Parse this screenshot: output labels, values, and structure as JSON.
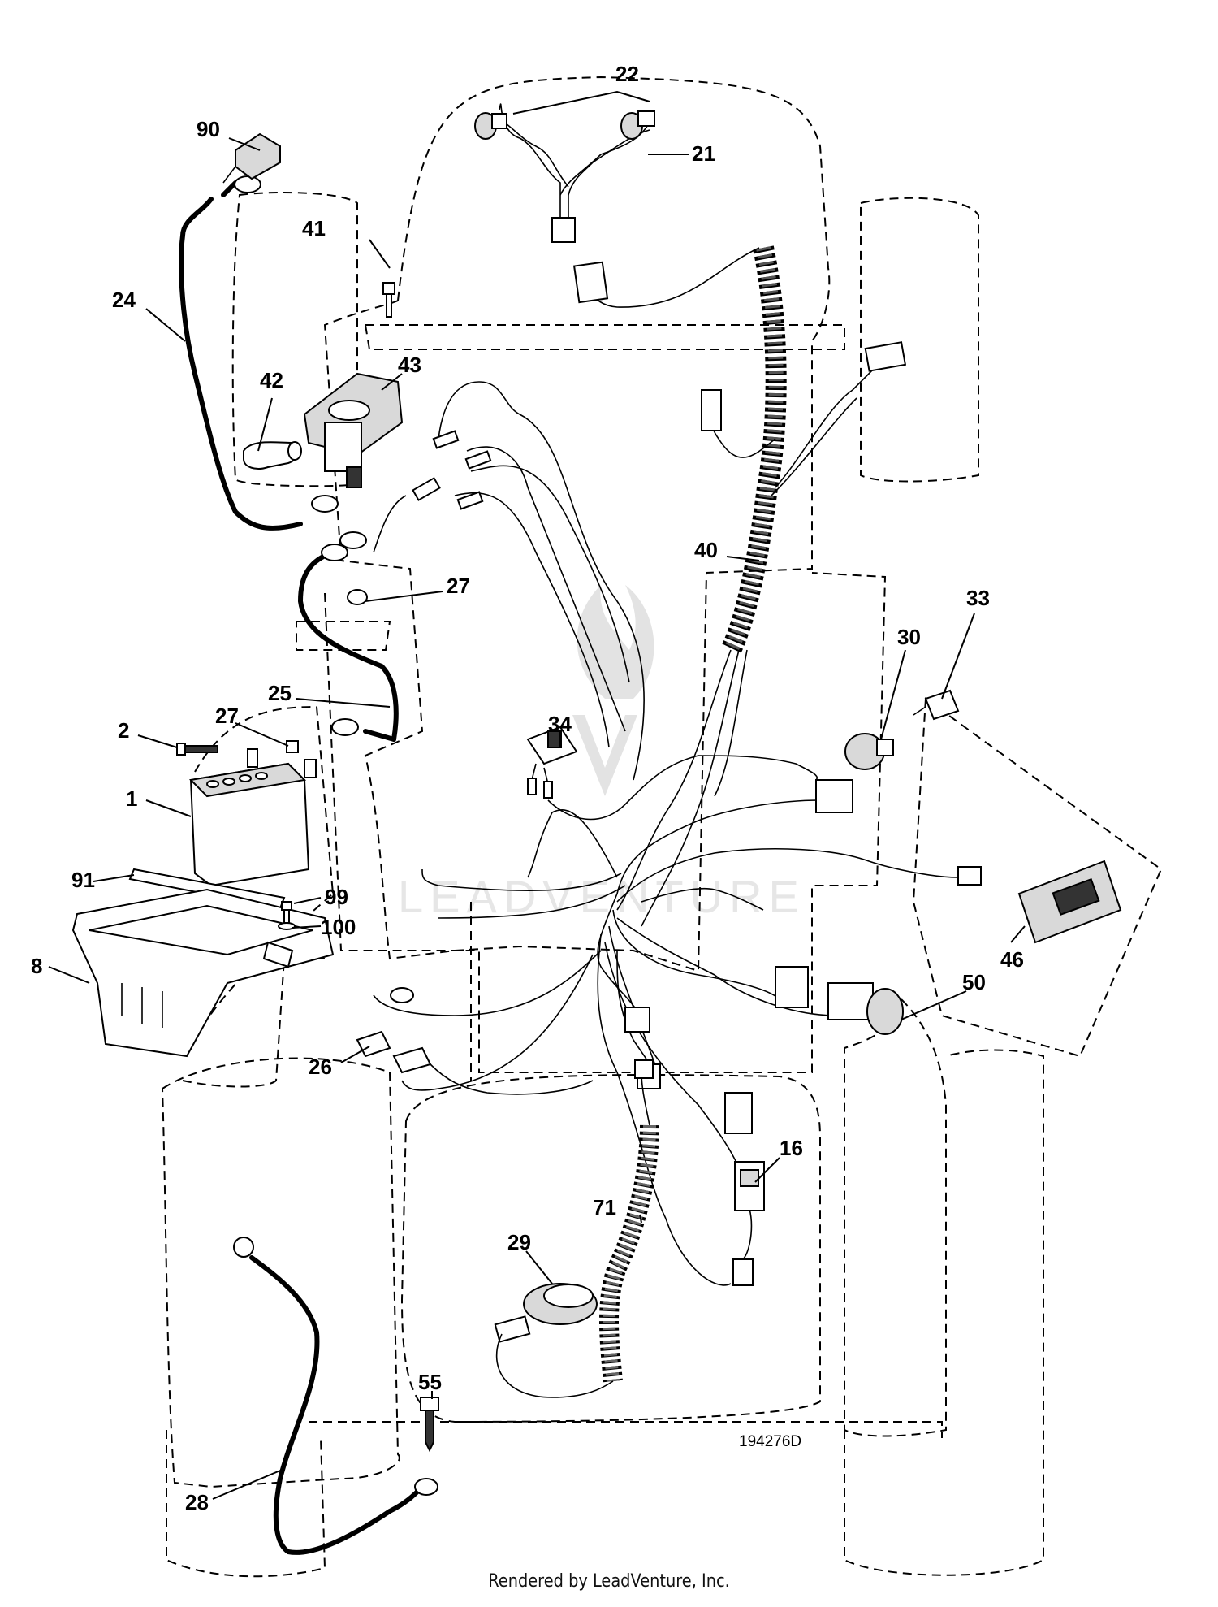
{
  "diagram": {
    "drawing_number": "194276D",
    "watermark": "LEADVENTURE",
    "footer": "Rendered by LeadVenture, Inc.",
    "callouts": [
      {
        "id": "c22",
        "label": "22"
      },
      {
        "id": "c21",
        "label": "21"
      },
      {
        "id": "c90",
        "label": "90"
      },
      {
        "id": "c41",
        "label": "41"
      },
      {
        "id": "c24",
        "label": "24"
      },
      {
        "id": "c43",
        "label": "43"
      },
      {
        "id": "c42",
        "label": "42"
      },
      {
        "id": "c40",
        "label": "40"
      },
      {
        "id": "c27a",
        "label": "27"
      },
      {
        "id": "c33",
        "label": "33"
      },
      {
        "id": "c30",
        "label": "30"
      },
      {
        "id": "c25",
        "label": "25"
      },
      {
        "id": "c34",
        "label": "34"
      },
      {
        "id": "c2",
        "label": "2"
      },
      {
        "id": "c27b",
        "label": "27"
      },
      {
        "id": "c1",
        "label": "1"
      },
      {
        "id": "c91",
        "label": "91"
      },
      {
        "id": "c99",
        "label": "99"
      },
      {
        "id": "c100",
        "label": "100"
      },
      {
        "id": "c46",
        "label": "46"
      },
      {
        "id": "c8",
        "label": "8"
      },
      {
        "id": "c50",
        "label": "50"
      },
      {
        "id": "c26",
        "label": "26"
      },
      {
        "id": "c16",
        "label": "16"
      },
      {
        "id": "c71",
        "label": "71"
      },
      {
        "id": "c29",
        "label": "29"
      },
      {
        "id": "c55",
        "label": "55"
      },
      {
        "id": "c28",
        "label": "28"
      }
    ]
  }
}
